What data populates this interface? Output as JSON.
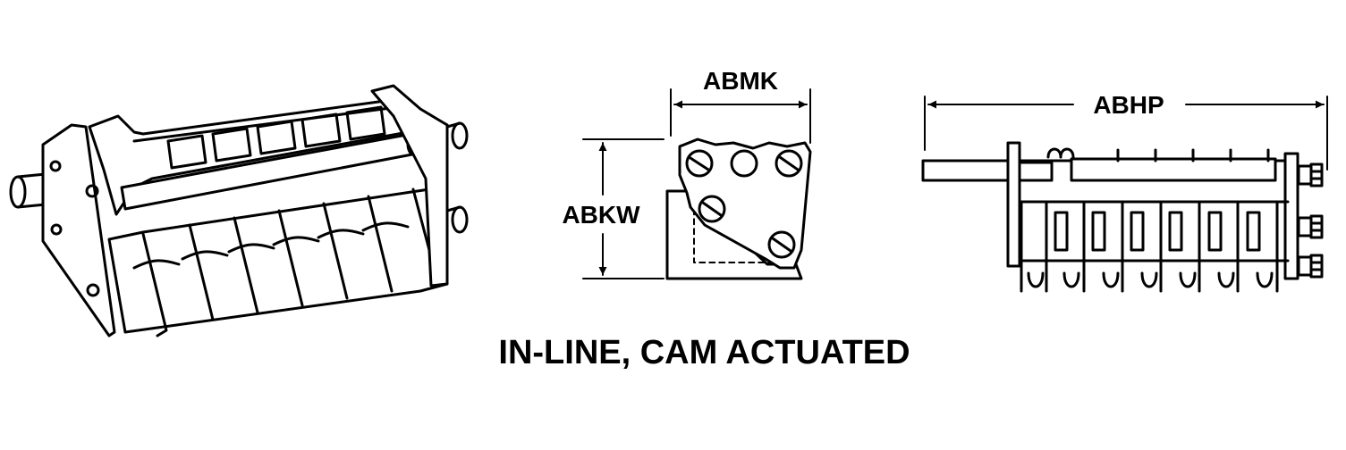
{
  "labels": {
    "width_dimension": "ABMK",
    "height_dimension": "ABKW",
    "length_dimension": "ABHP"
  },
  "caption": "IN-LINE, CAM ACTUATED",
  "colors": {
    "ink": "#000000",
    "paper": "#ffffff"
  }
}
